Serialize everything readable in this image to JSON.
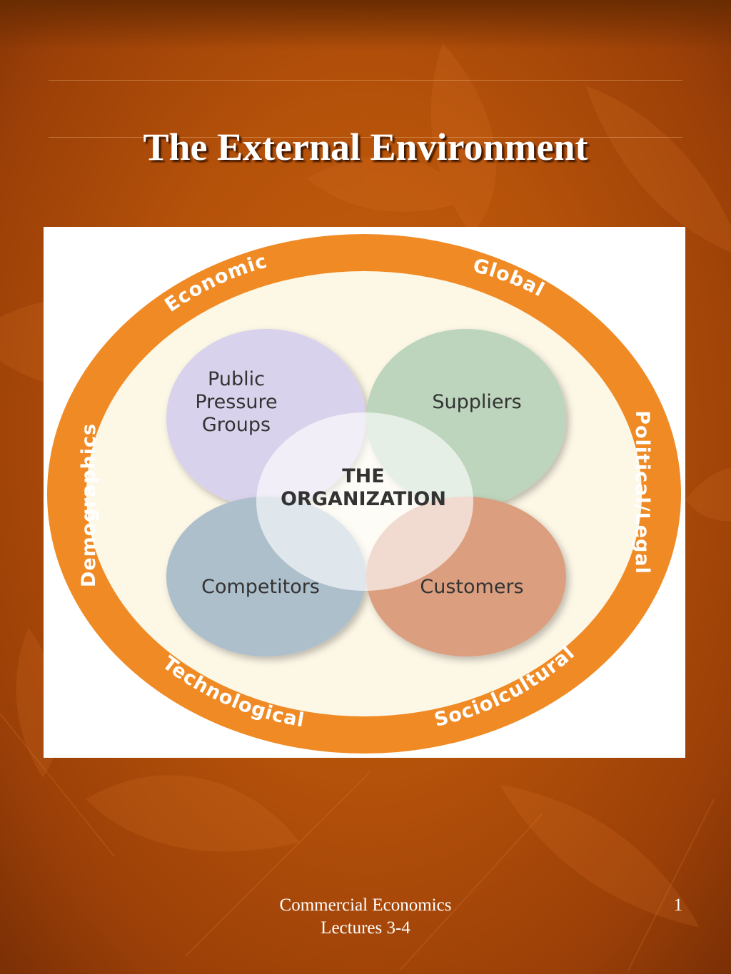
{
  "slide": {
    "title": "The External Environment",
    "footer_line1": "Commercial Economics",
    "footer_line2": "Lectures 3-4",
    "page_number": "1"
  },
  "diagram": {
    "ring_labels": {
      "economic": "Economic",
      "global": "Global",
      "political_legal": "Political/Legal",
      "sociocultural": "Sociolcultural",
      "technological": "Technological",
      "demographics": "Demographics"
    },
    "groups": {
      "public_pressure_line1": "Public",
      "public_pressure_line2": "Pressure",
      "public_pressure_line3": "Groups",
      "suppliers": "Suppliers",
      "competitors": "Competitors",
      "customers": "Customers"
    },
    "center_line1": "THE",
    "center_line2": "ORGANIZATION"
  },
  "colors": {
    "ring": "#f08a24",
    "inner": "#fdf7e6",
    "public_pressure": "#d9d2ec",
    "suppliers": "#bcd5bc",
    "competitors": "#aebfcc",
    "customers": "#db9f80",
    "center": "#ffffff"
  }
}
